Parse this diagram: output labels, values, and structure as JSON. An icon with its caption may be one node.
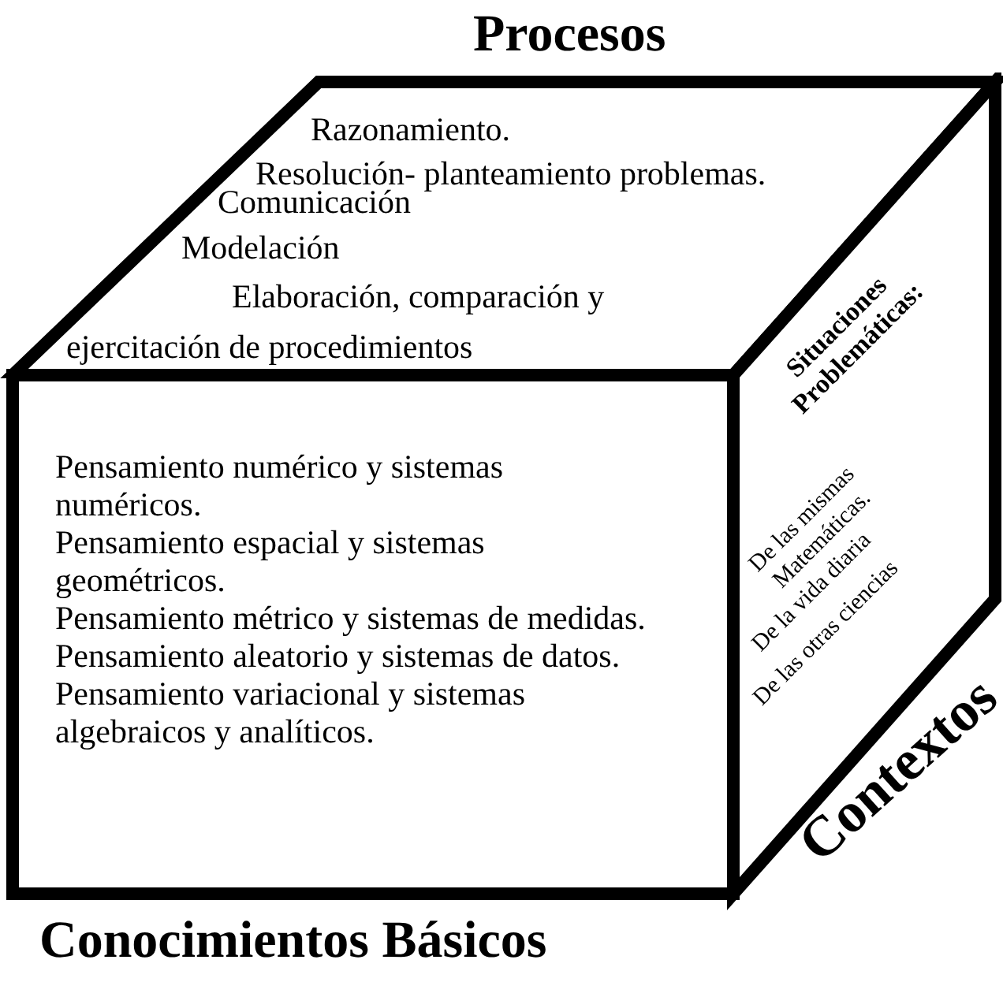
{
  "diagram": {
    "nodes": [
      {
        "text": [
          "Procesos",
          "Razonamiento.",
          "Resolución- planteamiento problemas.",
          "Comunicación",
          "Modelación",
          "Elaboración, comparación y ejercitación de procedimientos"
        ]
      },
      {
        "text": [
          "Pensamiento numérico y sistemas numéricos.",
          "Pensamiento espacial y sistemas geométricos.",
          "Pensamiento métrico y sistemas de medidas.",
          "Pensamiento aleatorio y sistemas de datos.",
          "Pensamiento variacional y sistemas algebraicos y analíticos.",
          "Conocimientos Básicos"
        ]
      },
      {
        "text": [
          "Situaciones Problemáticas:",
          "De las mismas Matemáticas.",
          "De la vida diaria",
          "De las otras ciencias",
          "Contextos"
        ]
      }
    ]
  }
}
